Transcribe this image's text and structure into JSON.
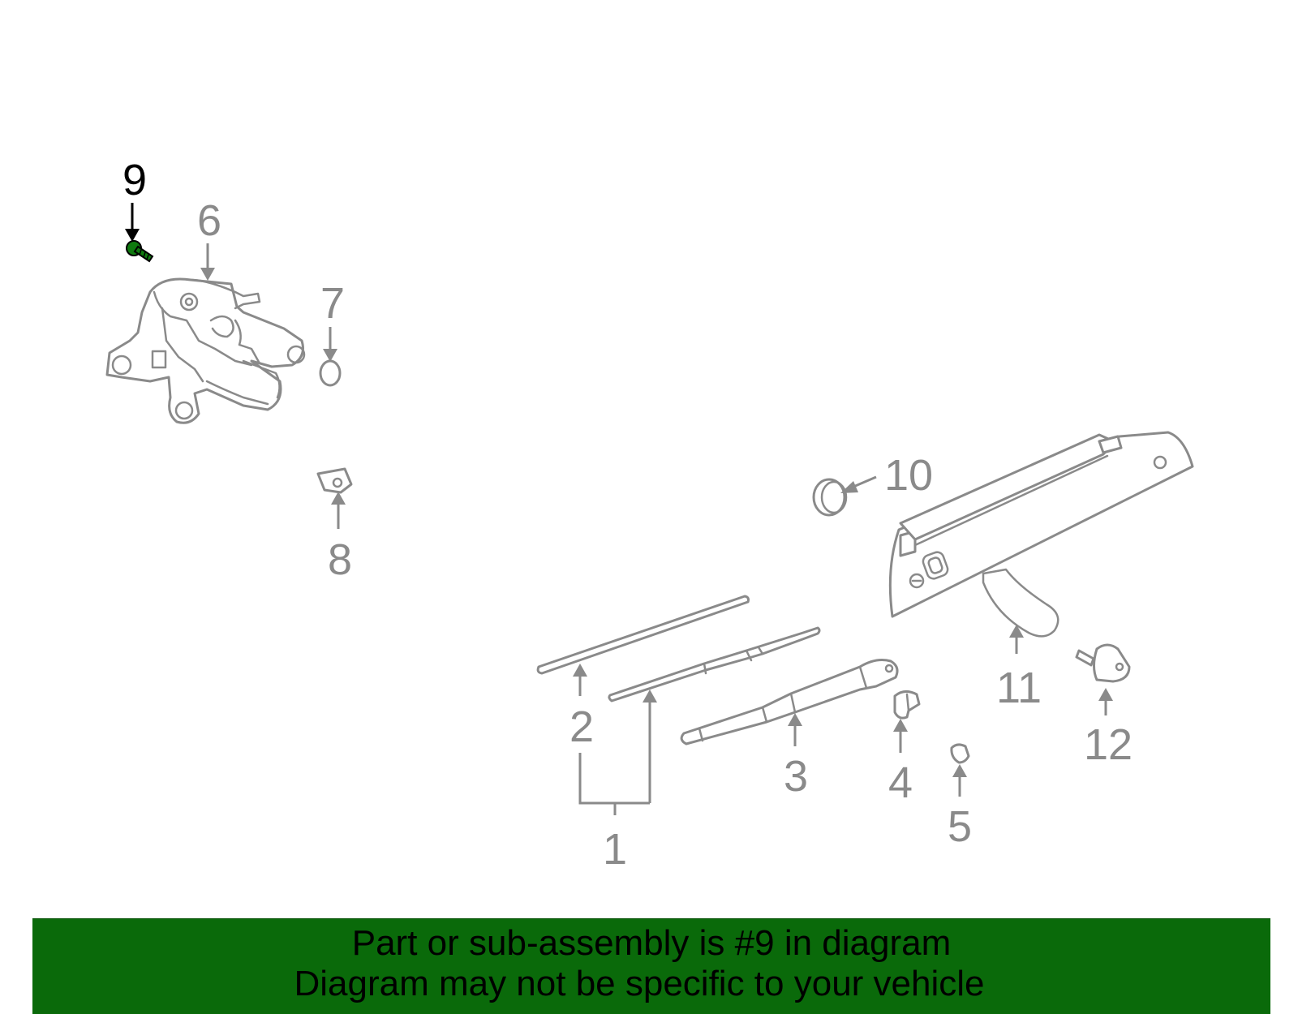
{
  "callouts": {
    "c1": "1",
    "c2": "2",
    "c3": "3",
    "c4": "4",
    "c5": "5",
    "c6": "6",
    "c7": "7",
    "c8": "8",
    "c9": "9",
    "c10": "10",
    "c11": "11",
    "c12": "12"
  },
  "highlighted_part": "9",
  "banner": {
    "line1": "Part or sub-assembly is #9 in diagram",
    "line2": "Diagram may not be specific to your vehicle"
  },
  "colors": {
    "part_stroke": "#8a8a8a",
    "highlight": "#0f7a0f",
    "banner_bg": "#0a6a0a",
    "text_highlight": "#000000"
  }
}
